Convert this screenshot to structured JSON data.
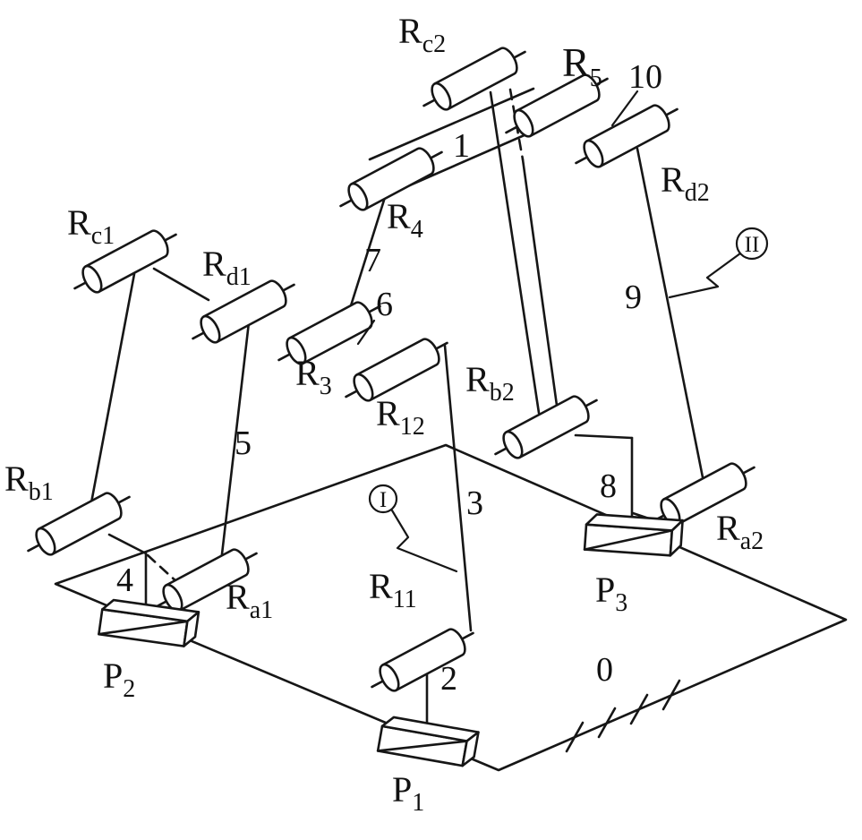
{
  "diagram": {
    "kind": "kinematic-mechanism-schematic",
    "joint_labels": {
      "Rc2": {
        "main": "R",
        "sub": "c2"
      },
      "R5": {
        "main": "R",
        "sub": "5"
      },
      "Rd2": {
        "main": "R",
        "sub": "d2"
      },
      "R4": {
        "main": "R",
        "sub": "4"
      },
      "Rc1": {
        "main": "R",
        "sub": "c1"
      },
      "Rd1": {
        "main": "R",
        "sub": "d1"
      },
      "R3": {
        "main": "R",
        "sub": "3"
      },
      "R12": {
        "main": "R",
        "sub": "12"
      },
      "Rb2": {
        "main": "R",
        "sub": "b2"
      },
      "Rb1": {
        "main": "R",
        "sub": "b1"
      },
      "Ra1": {
        "main": "R",
        "sub": "a1"
      },
      "Ra2": {
        "main": "R",
        "sub": "a2"
      },
      "R11": {
        "main": "R",
        "sub": "11"
      },
      "P1": {
        "main": "P",
        "sub": "1"
      },
      "P2": {
        "main": "P",
        "sub": "2"
      },
      "P3": {
        "main": "P",
        "sub": "3"
      }
    },
    "link_labels": {
      "base": "0",
      "platform": "1",
      "link2": "2",
      "link3": "3",
      "link4": "4",
      "link5": "5",
      "link6": "6",
      "link7": "7",
      "link8": "8",
      "link9": "9",
      "link10": "10"
    },
    "limb_labels": {
      "limb1": "I",
      "limb2": "II"
    }
  }
}
